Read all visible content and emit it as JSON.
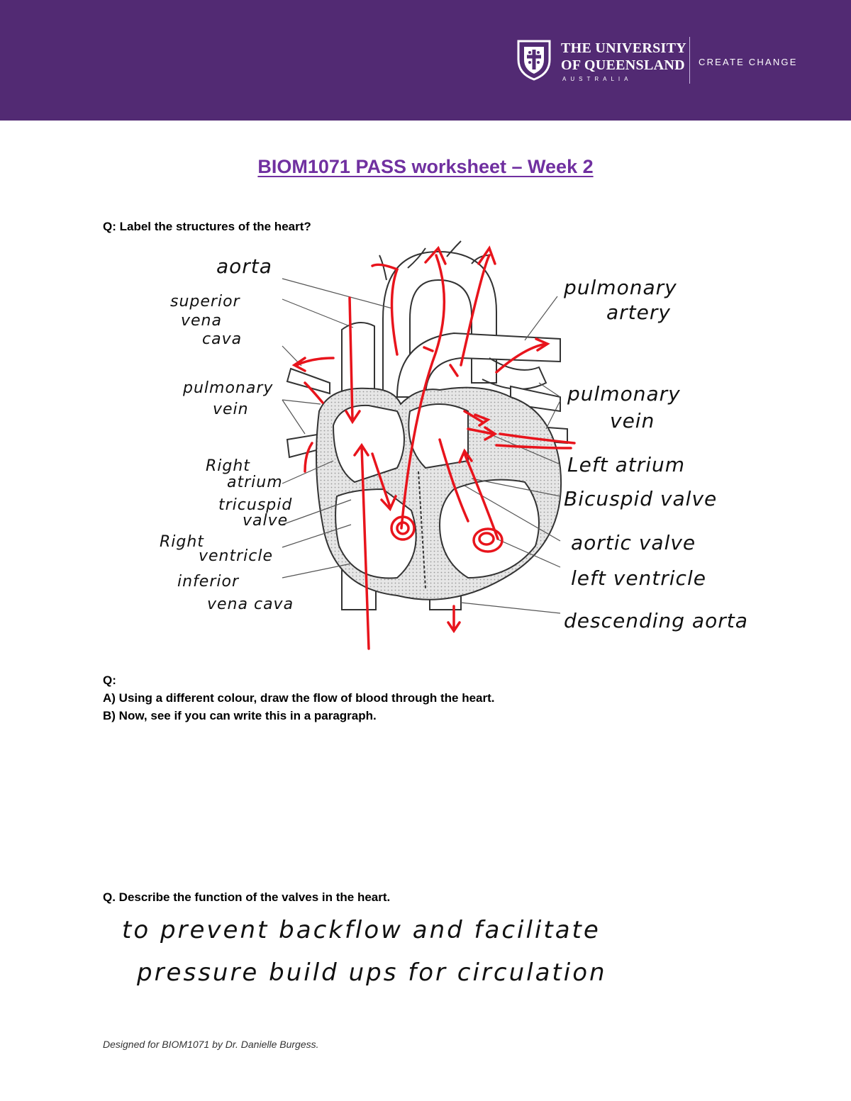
{
  "header": {
    "bg_color": "#522a73",
    "university_line1": "THE UNIVERSITY",
    "university_line2": "OF QUEENSLAND",
    "country": "AUSTRALIA",
    "tagline": "CREATE CHANGE"
  },
  "title": "BIOM1071 PASS worksheet – Week 2",
  "q1": "Q: Label the structures of the heart?",
  "labels": {
    "aorta": "aorta",
    "svc_1": "superior",
    "svc_2": "vena",
    "svc_3": "cava",
    "pv_left_1": "pulmonary",
    "pv_left_2": "vein",
    "ra_1": "Right",
    "ra_2": "atrium",
    "tv_1": "tricuspid",
    "tv_2": "valve",
    "rv_1": "Right",
    "rv_2": "ventricle",
    "ivc_1": "inferior",
    "ivc_2": "vena cava",
    "pa_1": "pulmonary",
    "pa_2": "artery",
    "pv_right_1": "pulmonary",
    "pv_right_2": "vein",
    "la": "Left atrium",
    "bv": "Bicuspid valve",
    "av": "aortic valve",
    "lv": "left ventricle",
    "da": "descending aorta"
  },
  "q2": {
    "prefix": "Q:",
    "a": "A) Using a different colour, draw the flow of blood through the heart.",
    "b": "B) Now, see if you can write this in a paragraph."
  },
  "q3": "Q. Describe the function of the valves in the heart.",
  "answer": {
    "line1": "to prevent backflow and facilitate",
    "line2": "pressure build ups for circulation"
  },
  "footer": "Designed for BIOM1071 by Dr. Danielle Burgess.",
  "colors": {
    "title": "#7030a0",
    "annotation": "#e8141c",
    "diagram_line": "#333333",
    "diagram_fill": "#dcdcdc"
  }
}
